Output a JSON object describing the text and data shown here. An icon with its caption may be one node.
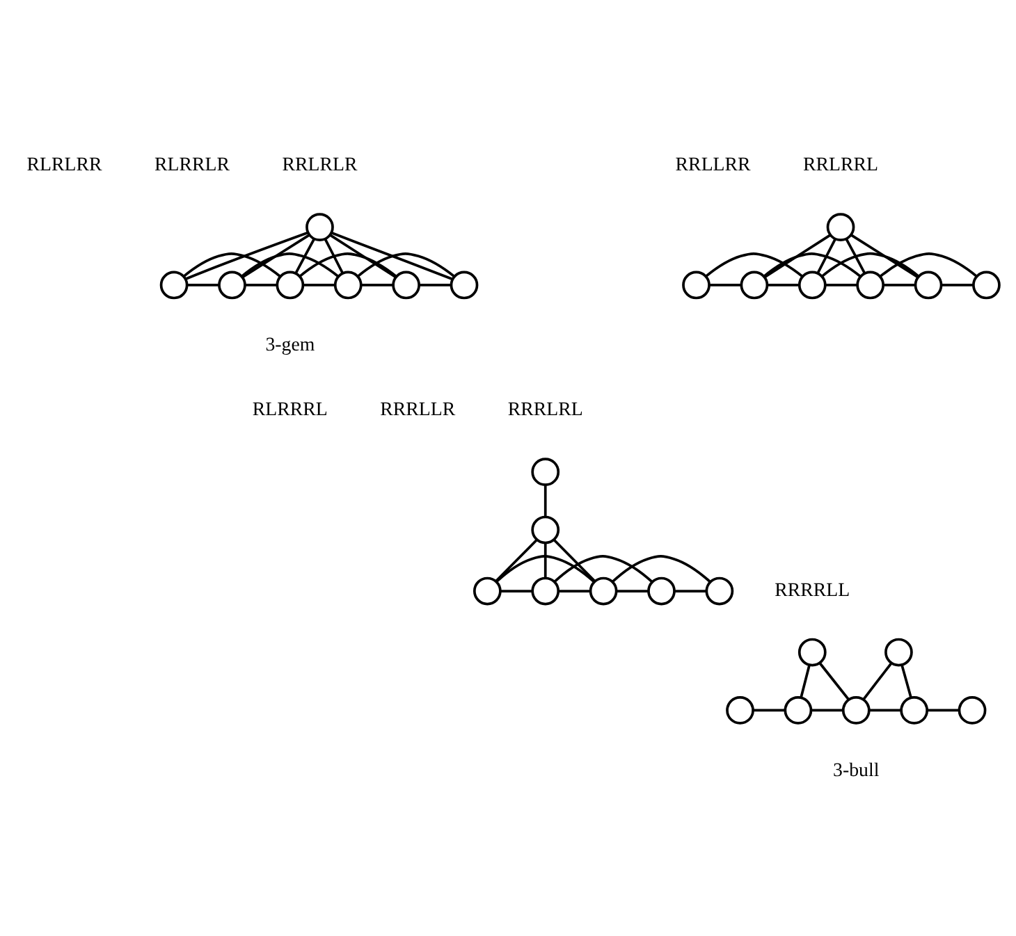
{
  "diagram": {
    "nodes": [
      {
        "text": [],
        "shape": "circle"
      },
      {
        "text": [],
        "shape": "circle"
      },
      {
        "text": [],
        "shape": "circle"
      },
      {
        "text": [],
        "shape": "circle"
      },
      {
        "text": [],
        "shape": "circle"
      },
      {
        "text": [],
        "shape": "circle"
      },
      {
        "text": [],
        "shape": "circle"
      },
      {
        "text": [],
        "shape": "circle"
      },
      {
        "text": [],
        "shape": "circle"
      },
      {
        "text": [],
        "shape": "circle"
      },
      {
        "text": [],
        "shape": "circle"
      },
      {
        "text": [],
        "shape": "circle"
      },
      {
        "text": [],
        "shape": "circle"
      },
      {
        "text": [],
        "shape": "circle"
      },
      {
        "text": [],
        "shape": "circle"
      },
      {
        "text": [],
        "shape": "circle"
      },
      {
        "text": [],
        "shape": "circle"
      },
      {
        "text": [],
        "shape": "circle"
      },
      {
        "text": [],
        "shape": "circle"
      },
      {
        "text": [],
        "shape": "circle"
      },
      {
        "text": [],
        "shape": "circle"
      },
      {
        "text": [],
        "shape": "circle"
      },
      {
        "text": [],
        "shape": "circle"
      },
      {
        "text": [],
        "shape": "circle"
      },
      {
        "text": [],
        "shape": "circle"
      },
      {
        "text": [],
        "shape": "circle"
      },
      {
        "text": [],
        "shape": "circle"
      },
      {
        "text": [],
        "shape": "circle"
      }
    ],
    "edges": [
      {
        "from": 0,
        "to": 1,
        "arrow": "none"
      },
      {
        "from": 0,
        "to": 2,
        "arrow": "none"
      },
      {
        "from": 0,
        "to": 3,
        "arrow": "none"
      },
      {
        "from": 0,
        "to": 4,
        "arrow": "none"
      },
      {
        "from": 0,
        "to": 5,
        "arrow": "none"
      },
      {
        "from": 0,
        "to": 6,
        "arrow": "none"
      },
      {
        "from": 1,
        "to": 2,
        "arrow": "none"
      },
      {
        "from": 2,
        "to": 3,
        "arrow": "none"
      },
      {
        "from": 3,
        "to": 4,
        "arrow": "none"
      },
      {
        "from": 4,
        "to": 5,
        "arrow": "none"
      },
      {
        "from": 5,
        "to": 6,
        "arrow": "none"
      },
      {
        "from": 1,
        "to": 3,
        "arrow": "none"
      },
      {
        "from": 2,
        "to": 4,
        "arrow": "none"
      },
      {
        "from": 3,
        "to": 5,
        "arrow": "none"
      },
      {
        "from": 4,
        "to": 6,
        "arrow": "none"
      },
      {
        "from": 7,
        "to": 9,
        "arrow": "none"
      },
      {
        "from": 7,
        "to": 10,
        "arrow": "none"
      },
      {
        "from": 7,
        "to": 11,
        "arrow": "none"
      },
      {
        "from": 7,
        "to": 12,
        "arrow": "none"
      },
      {
        "from": 8,
        "to": 9,
        "arrow": "none"
      },
      {
        "from": 9,
        "to": 10,
        "arrow": "none"
      },
      {
        "from": 10,
        "to": 11,
        "arrow": "none"
      },
      {
        "from": 11,
        "to": 12,
        "arrow": "none"
      },
      {
        "from": 12,
        "to": 13,
        "arrow": "none"
      },
      {
        "from": 8,
        "to": 10,
        "arrow": "none"
      },
      {
        "from": 9,
        "to": 11,
        "arrow": "none"
      },
      {
        "from": 10,
        "to": 12,
        "arrow": "none"
      },
      {
        "from": 11,
        "to": 13,
        "arrow": "none"
      },
      {
        "from": 14,
        "to": 15,
        "arrow": "none"
      },
      {
        "from": 15,
        "to": 16,
        "arrow": "none"
      },
      {
        "from": 15,
        "to": 17,
        "arrow": "none"
      },
      {
        "from": 15,
        "to": 18,
        "arrow": "none"
      },
      {
        "from": 16,
        "to": 17,
        "arrow": "none"
      },
      {
        "from": 17,
        "to": 18,
        "arrow": "none"
      },
      {
        "from": 18,
        "to": 19,
        "arrow": "none"
      },
      {
        "from": 19,
        "to": 20,
        "arrow": "none"
      },
      {
        "from": 16,
        "to": 18,
        "arrow": "none"
      },
      {
        "from": 17,
        "to": 19,
        "arrow": "none"
      },
      {
        "from": 18,
        "to": 20,
        "arrow": "none"
      },
      {
        "from": 21,
        "to": 24,
        "arrow": "none"
      },
      {
        "from": 21,
        "to": 25,
        "arrow": "none"
      },
      {
        "from": 22,
        "to": 25,
        "arrow": "none"
      },
      {
        "from": 22,
        "to": 26,
        "arrow": "none"
      },
      {
        "from": 23,
        "to": 24,
        "arrow": "none"
      },
      {
        "from": 24,
        "to": 25,
        "arrow": "none"
      },
      {
        "from": 25,
        "to": 26,
        "arrow": "none"
      },
      {
        "from": 26,
        "to": 27,
        "arrow": "none"
      }
    ],
    "labels": [
      "RLRLRR",
      "RLRRLR",
      "RRLRLR",
      "RRLLRR",
      "RRLRRL",
      "3-gem",
      "RLRRRL",
      "RRRLLR",
      "RRRLRL",
      "RRRRLL",
      "3-bull"
    ]
  }
}
